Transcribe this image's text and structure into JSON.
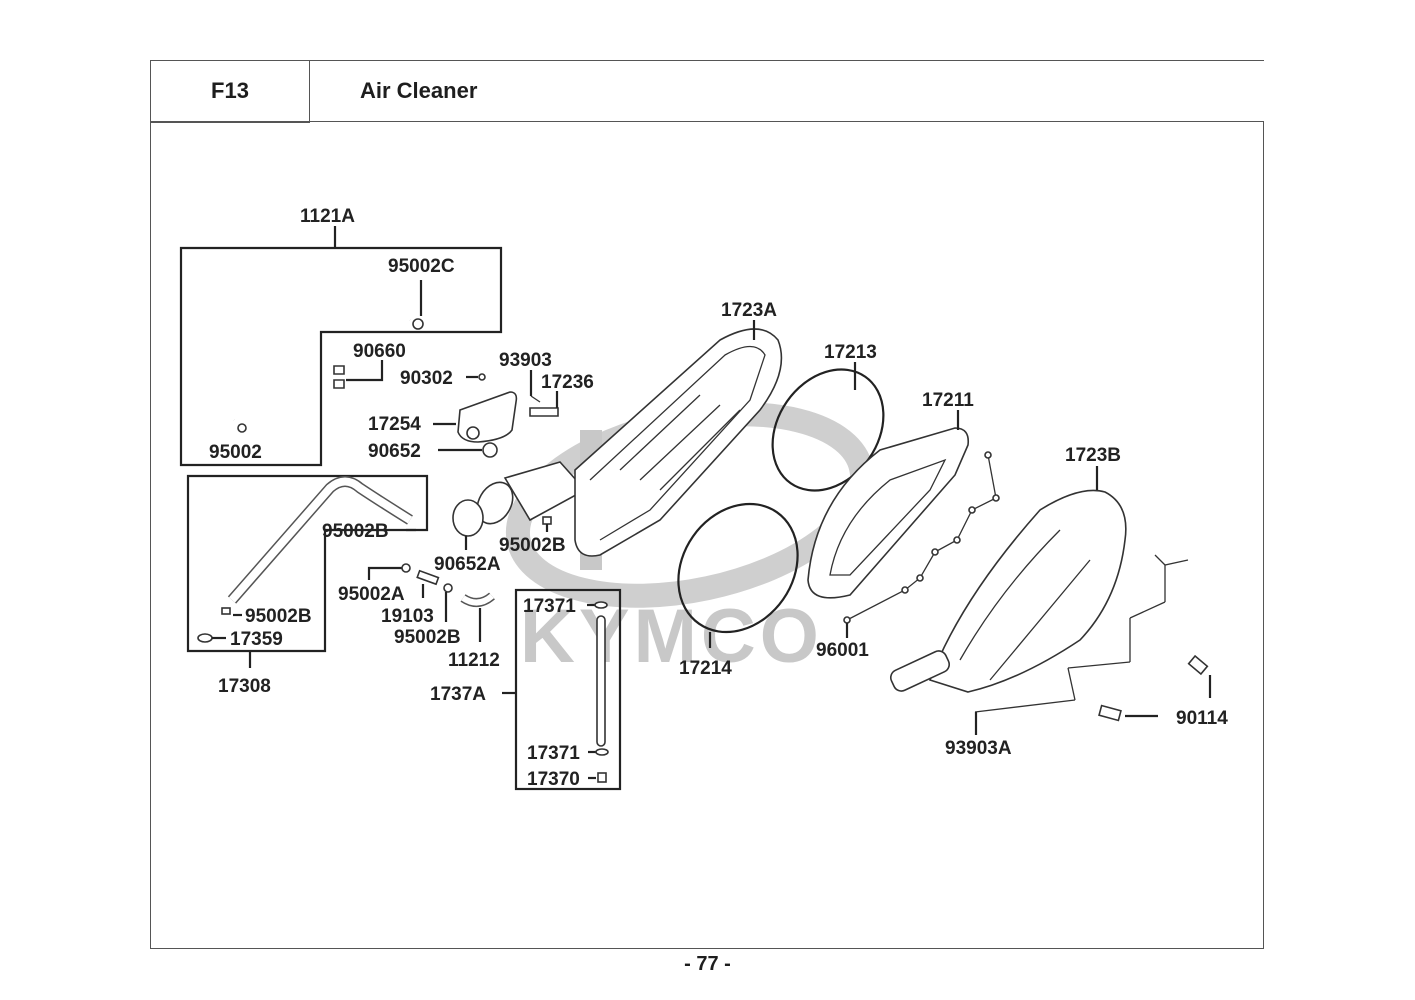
{
  "header": {
    "section_code": "F13",
    "title": "Air Cleaner"
  },
  "watermark": "KYMCO",
  "page_number": "- 77 -",
  "callouts": [
    {
      "id": "1121A",
      "label": "1121A"
    },
    {
      "id": "95002C",
      "label": "95002C"
    },
    {
      "id": "90660",
      "label": "90660"
    },
    {
      "id": "90302",
      "label": "90302"
    },
    {
      "id": "93903",
      "label": "93903"
    },
    {
      "id": "17236",
      "label": "17236"
    },
    {
      "id": "17254",
      "label": "17254"
    },
    {
      "id": "90652",
      "label": "90652"
    },
    {
      "id": "95002",
      "label": "95002"
    },
    {
      "id": "95002B-top",
      "label": "95002B"
    },
    {
      "id": "95002B-mid",
      "label": "95002B"
    },
    {
      "id": "90652A",
      "label": "90652A"
    },
    {
      "id": "95002A",
      "label": "95002A"
    },
    {
      "id": "19103",
      "label": "19103"
    },
    {
      "id": "95002B-left",
      "label": "95002B"
    },
    {
      "id": "95002B-low",
      "label": "95002B"
    },
    {
      "id": "17359",
      "label": "17359"
    },
    {
      "id": "17308",
      "label": "17308"
    },
    {
      "id": "11212",
      "label": "11212"
    },
    {
      "id": "1737A",
      "label": "1737A"
    },
    {
      "id": "17371-top",
      "label": "17371"
    },
    {
      "id": "17371-bot",
      "label": "17371"
    },
    {
      "id": "17370",
      "label": "17370"
    },
    {
      "id": "1723A",
      "label": "1723A"
    },
    {
      "id": "17213",
      "label": "17213"
    },
    {
      "id": "17211",
      "label": "17211"
    },
    {
      "id": "17214",
      "label": "17214"
    },
    {
      "id": "96001",
      "label": "96001"
    },
    {
      "id": "1723B",
      "label": "1723B"
    },
    {
      "id": "90114",
      "label": "90114"
    },
    {
      "id": "93903A",
      "label": "93903A"
    }
  ]
}
